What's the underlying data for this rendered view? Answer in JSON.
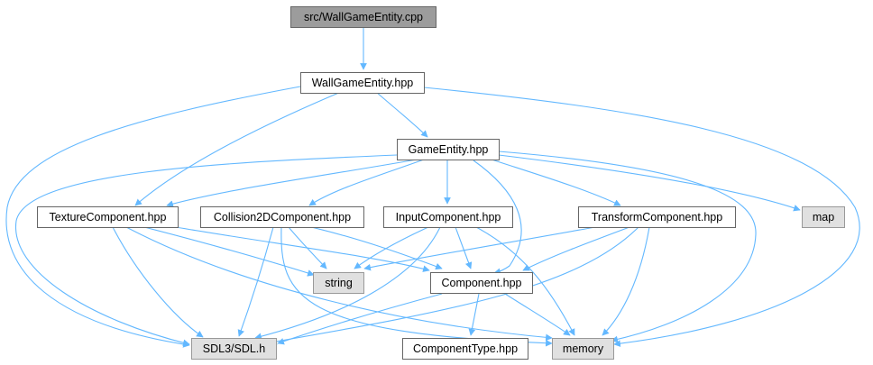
{
  "diagram": {
    "type": "include-dependency-graph",
    "colors": {
      "edge": "#63b8ff",
      "root_fill": "#9c9c9c",
      "node_fill": "#ffffff",
      "system_fill": "#e0e0e0",
      "border": "#666666"
    },
    "nodes": {
      "root": "src/WallGameEntity.cpp",
      "wall_hpp": "WallGameEntity.hpp",
      "game_entity": "GameEntity.hpp",
      "texture": "TextureComponent.hpp",
      "collision": "Collision2DComponent.hpp",
      "input": "InputComponent.hpp",
      "transform": "TransformComponent.hpp",
      "map": "map",
      "string": "string",
      "component": "Component.hpp",
      "sdl": "SDL3/SDL.h",
      "component_type": "ComponentType.hpp",
      "memory": "memory"
    },
    "edges": [
      {
        "from": "src/WallGameEntity.cpp",
        "to": "WallGameEntity.hpp"
      },
      {
        "from": "WallGameEntity.hpp",
        "to": "GameEntity.hpp"
      },
      {
        "from": "WallGameEntity.hpp",
        "to": "TextureComponent.hpp"
      },
      {
        "from": "WallGameEntity.hpp",
        "to": "SDL3/SDL.h"
      },
      {
        "from": "WallGameEntity.hpp",
        "to": "memory"
      },
      {
        "from": "GameEntity.hpp",
        "to": "TextureComponent.hpp"
      },
      {
        "from": "GameEntity.hpp",
        "to": "Collision2DComponent.hpp"
      },
      {
        "from": "GameEntity.hpp",
        "to": "InputComponent.hpp"
      },
      {
        "from": "GameEntity.hpp",
        "to": "TransformComponent.hpp"
      },
      {
        "from": "GameEntity.hpp",
        "to": "map"
      },
      {
        "from": "GameEntity.hpp",
        "to": "Component.hpp"
      },
      {
        "from": "GameEntity.hpp",
        "to": "SDL3/SDL.h"
      },
      {
        "from": "GameEntity.hpp",
        "to": "memory"
      },
      {
        "from": "TextureComponent.hpp",
        "to": "SDL3/SDL.h"
      },
      {
        "from": "TextureComponent.hpp",
        "to": "string"
      },
      {
        "from": "TextureComponent.hpp",
        "to": "Component.hpp"
      },
      {
        "from": "TextureComponent.hpp",
        "to": "memory"
      },
      {
        "from": "Collision2DComponent.hpp",
        "to": "string"
      },
      {
        "from": "Collision2DComponent.hpp",
        "to": "Component.hpp"
      },
      {
        "from": "Collision2DComponent.hpp",
        "to": "SDL3/SDL.h"
      },
      {
        "from": "Collision2DComponent.hpp",
        "to": "memory"
      },
      {
        "from": "InputComponent.hpp",
        "to": "string"
      },
      {
        "from": "InputComponent.hpp",
        "to": "Component.hpp"
      },
      {
        "from": "InputComponent.hpp",
        "to": "SDL3/SDL.h"
      },
      {
        "from": "InputComponent.hpp",
        "to": "memory"
      },
      {
        "from": "TransformComponent.hpp",
        "to": "string"
      },
      {
        "from": "TransformComponent.hpp",
        "to": "Component.hpp"
      },
      {
        "from": "TransformComponent.hpp",
        "to": "SDL3/SDL.h"
      },
      {
        "from": "TransformComponent.hpp",
        "to": "memory"
      },
      {
        "from": "Component.hpp",
        "to": "SDL3/SDL.h"
      },
      {
        "from": "Component.hpp",
        "to": "ComponentType.hpp"
      },
      {
        "from": "Component.hpp",
        "to": "memory"
      }
    ]
  }
}
